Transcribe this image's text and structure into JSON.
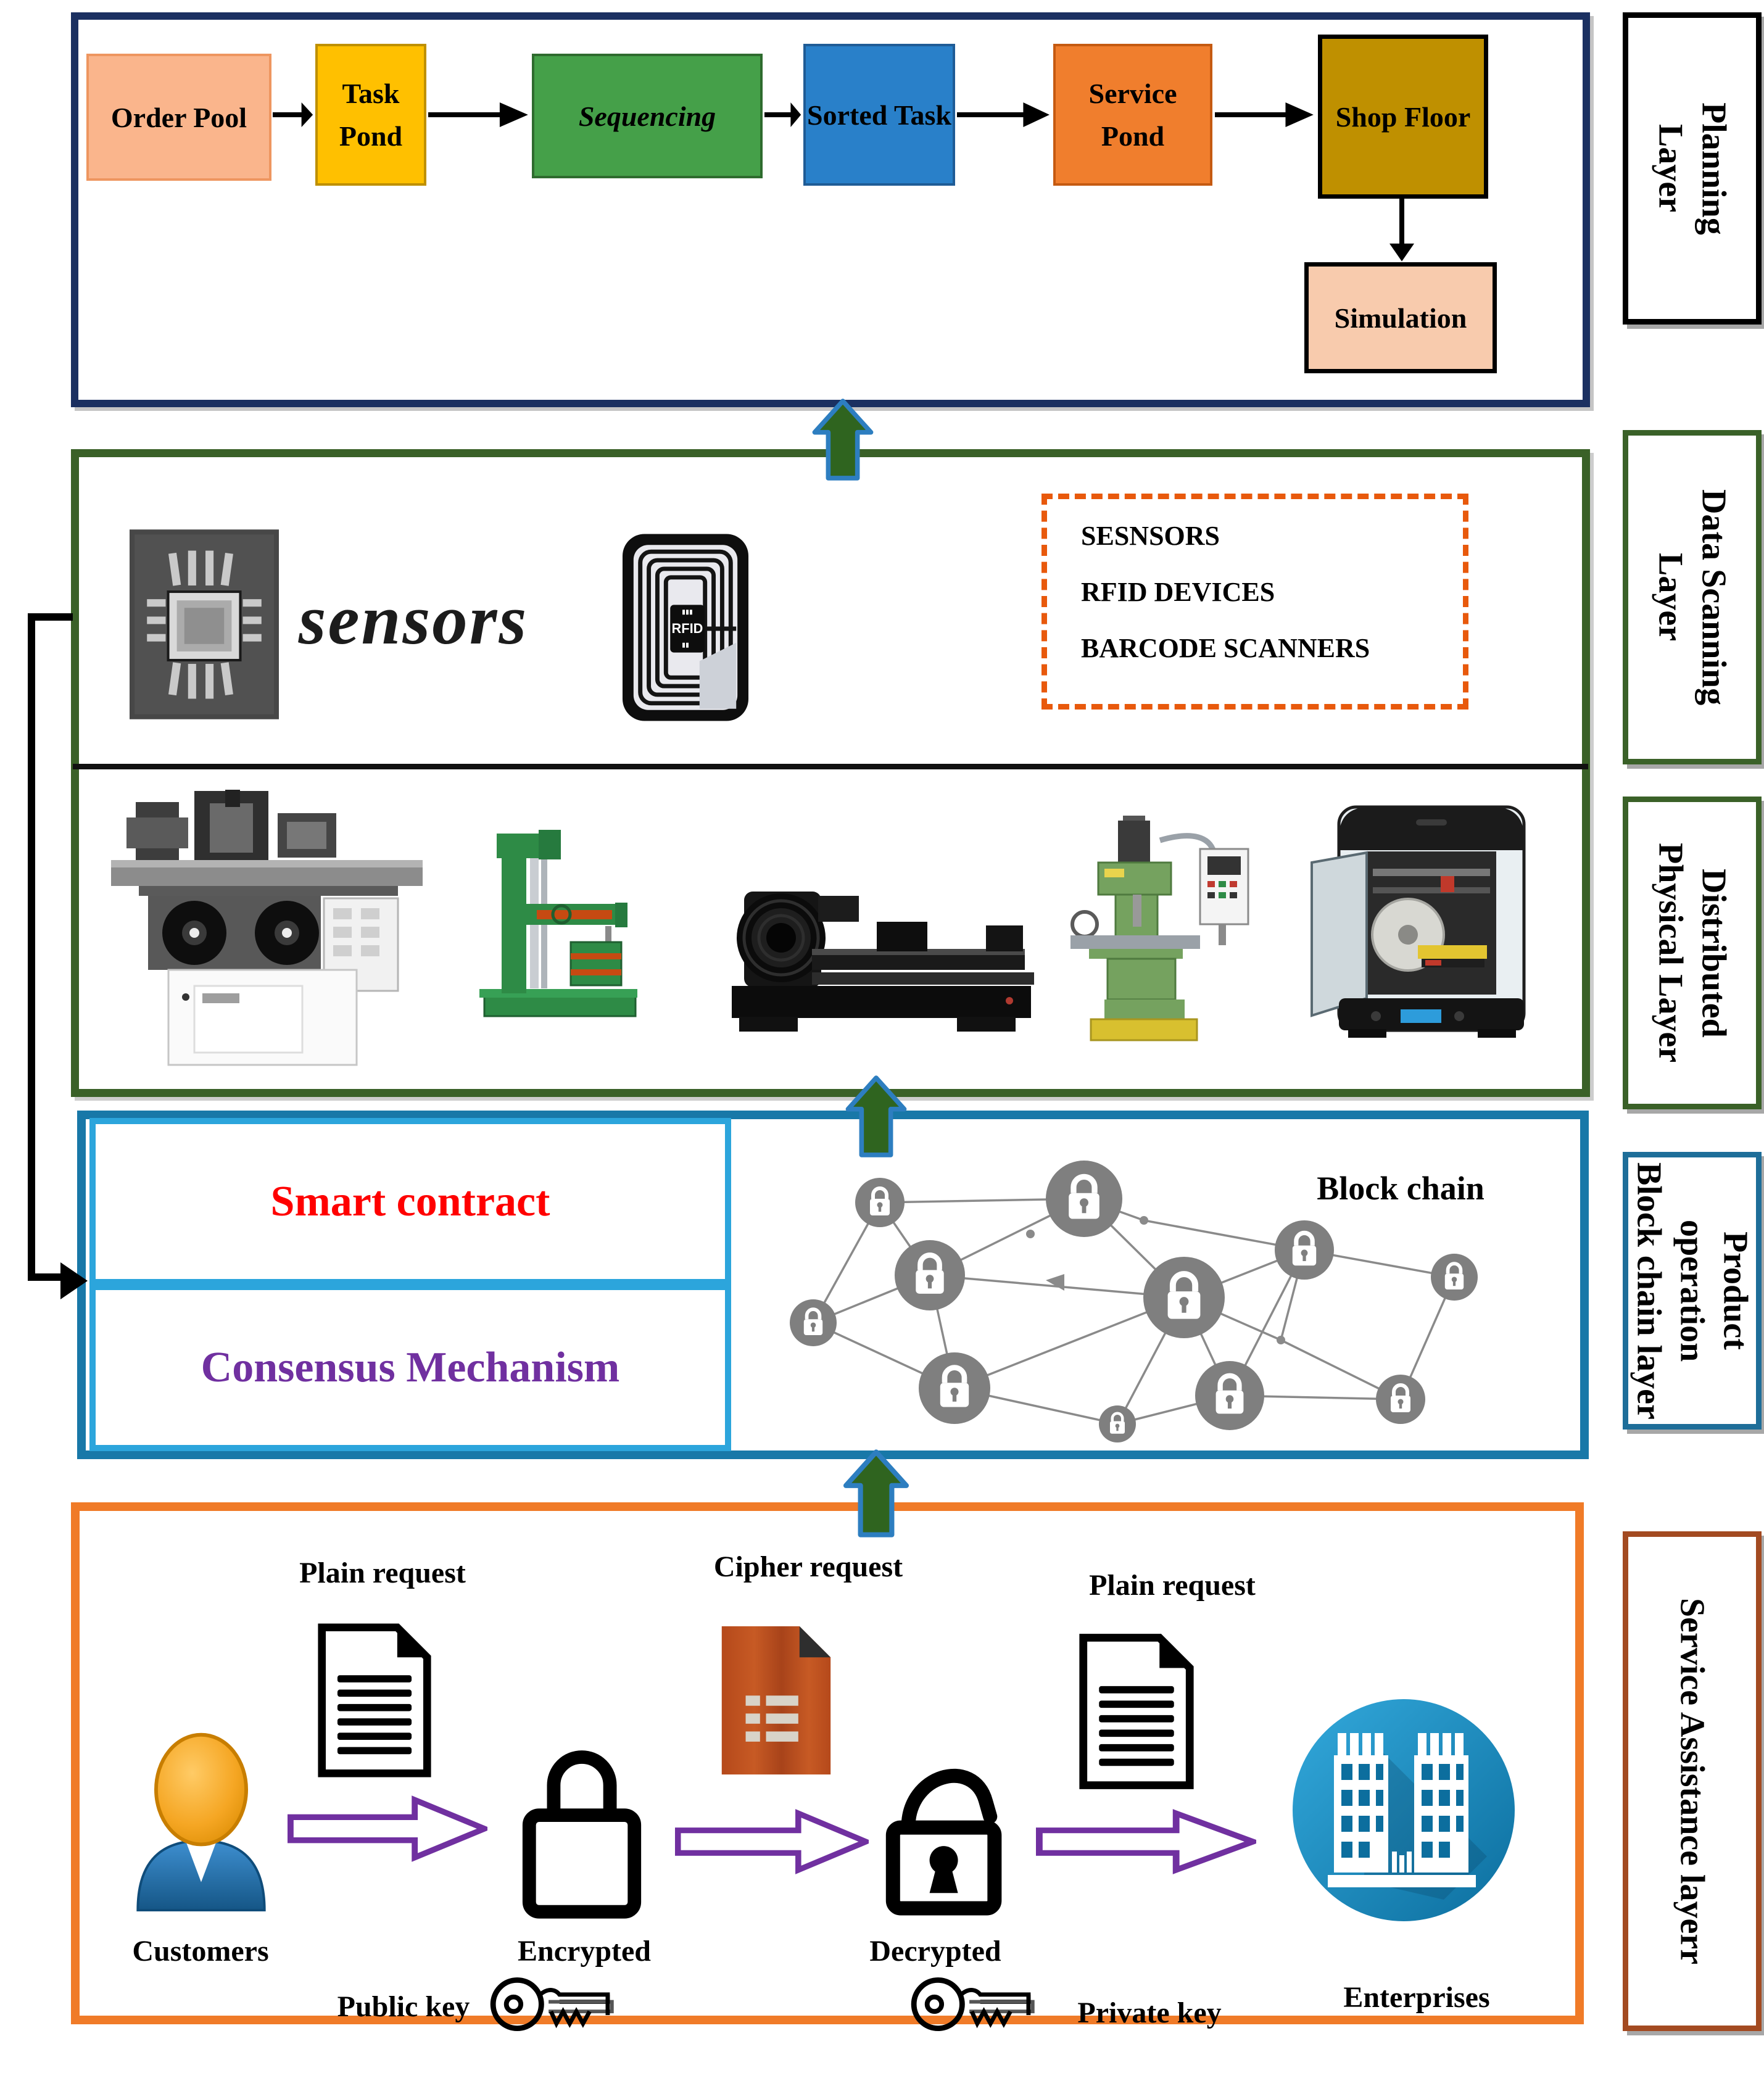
{
  "side_labels": {
    "planning": [
      "Planning",
      "Layer"
    ],
    "data_scanning": [
      "Data Scanning",
      "Layer"
    ],
    "physical": [
      "Distributed",
      "Physical Layer"
    ],
    "blockchain": [
      "Product operation",
      "Block chain layer"
    ],
    "service": [
      "Service Assistance layerr"
    ]
  },
  "planning": {
    "order_pool": "Order Pool",
    "task_pond": "Task Pond",
    "sequencing": "Sequencing",
    "sorted_task": "Sorted Task",
    "service_pond": "Service Pond",
    "shop_floor": "Shop Floor",
    "simulation": "Simulation"
  },
  "data_scanning": {
    "sensors_logo_text": "sensors",
    "rfid_tag_text": "RFID",
    "device_list": [
      "SESNSORS",
      "RFID DEVICES",
      "BARCODE SCANNERS"
    ]
  },
  "physical": {
    "machine_icons": [
      "cylindrical-grinder",
      "radial-drill-press",
      "cnc-lathe",
      "milling-machine",
      "3d-printer"
    ]
  },
  "blockchain": {
    "smart_contract": "Smart contract",
    "consensus_mechanism": "Consensus Mechanism",
    "network_label": "Block chain"
  },
  "service": {
    "plain_request_label_1": "Plain request",
    "cipher_request_label": "Cipher request",
    "plain_request_label_2": "Plain request",
    "customers_label": "Customers",
    "encrypted_label": "Encrypted",
    "decrypted_label": "Decrypted",
    "enterprises_label": "Enterprises",
    "public_key_label": "Public key",
    "private_key_label": "Private key"
  },
  "colors": {
    "planning_border": "#1B3061",
    "scanning_border": "#3A6128",
    "blockchain_border": "#1878A8",
    "blockchain_inner_border": "#2CA5DC",
    "service_border": "#F07B28",
    "dashed_box_border": "#E8590C",
    "side_label_blockchain_border": "#1E6E99",
    "side_label_service_border": "#A34A21",
    "smart_contract_text": "#FF0000",
    "consensus_text": "#7030A0",
    "purple_arrow": "#7030A0",
    "up_arrow_fill": "#2F641F",
    "up_arrow_stroke": "#2D7EC0",
    "order_pool_fill": "#FAB58C",
    "task_pond_fill": "#FFC000",
    "sequencing_fill": "#45A049",
    "sorted_task_fill": "#2980C9",
    "service_pond_fill": "#F07E2D",
    "shop_floor_fill": "#BF9000",
    "simulation_fill": "#F8CBAD",
    "network_node_gray": "#7F7F7F"
  }
}
